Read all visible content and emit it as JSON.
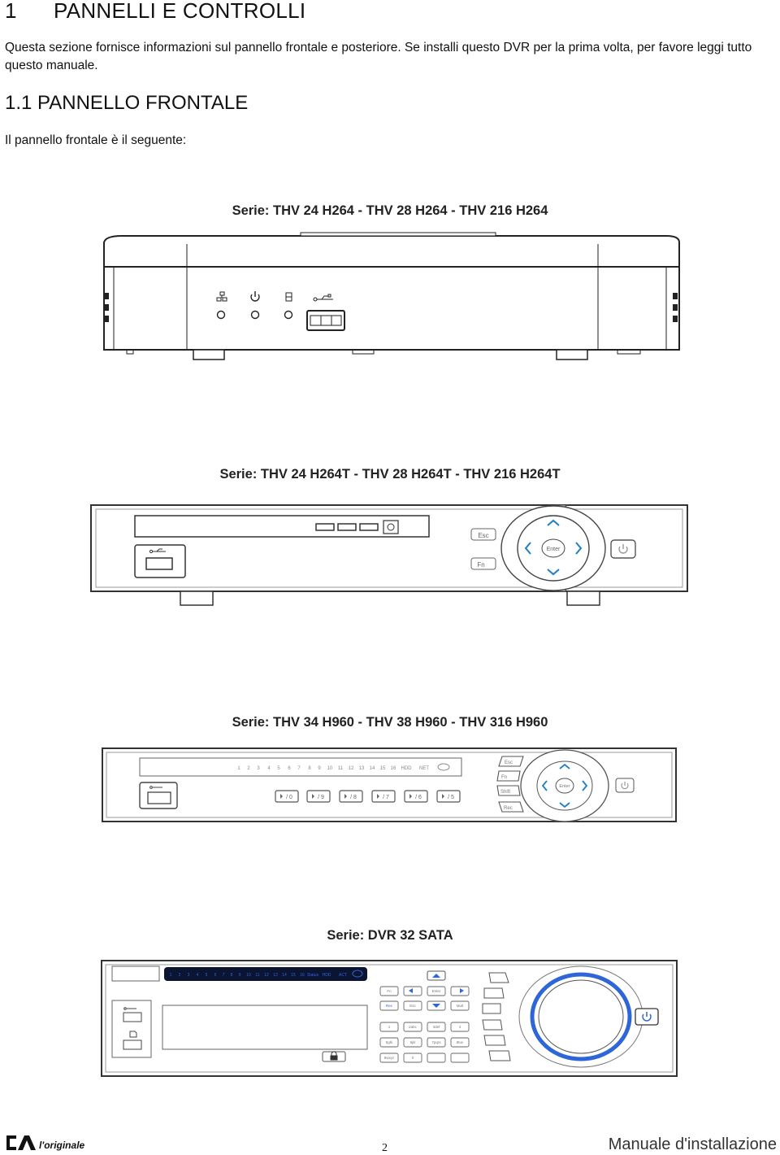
{
  "section": {
    "number": "1",
    "title": "PANNELLI E CONTROLLI"
  },
  "intro": "Questa sezione fornisce informazioni sul pannello frontale e posteriore. Se installi questo DVR per la prima volta, per favore leggi tutto questo manuale.",
  "subsection": {
    "title": "1.1 PANNELLO FRONTALE"
  },
  "caption": "Il pannello frontale è il seguente:",
  "devices": [
    {
      "series": "Serie: THV 24 H264 - THV 28 H264 - THV 216 H264"
    },
    {
      "series": "Serie: THV 24 H264T - THV 28 H264T - THV 216 H264T",
      "buttons": {
        "esc": "Esc",
        "fn": "Fn",
        "enter": "Enter"
      }
    },
    {
      "series": "Serie: THV 34 H960 - THV 38 H960 - THV 316 H960",
      "channels": [
        "1",
        "2",
        "3",
        "4",
        "5",
        "6",
        "7",
        "8",
        "9",
        "10",
        "11",
        "12",
        "13",
        "14",
        "15",
        "16",
        "HDD",
        "NET"
      ],
      "buttons": {
        "esc": "Esc",
        "fn": "Fn",
        "shift": "Shift",
        "rec": "Rec",
        "enter": "Enter"
      },
      "transport": [
        "/ 0",
        "/ 9",
        "/ 8",
        "/ 7",
        "/ 6",
        "/ 5"
      ]
    },
    {
      "series": "Serie: DVR 32 SATA",
      "channels": [
        "1",
        "2",
        "3",
        "4",
        "5",
        "6",
        "7",
        "8",
        "9",
        "10",
        "11",
        "12",
        "13",
        "14",
        "15",
        "16",
        "Status",
        "HDD",
        "ACT"
      ],
      "keys": [
        "Fn",
        "Enter",
        "Rec",
        "Esc",
        "Mult",
        "1",
        "2abc",
        "3def",
        "4",
        "5ghi",
        "6jkl",
        "7pqrs",
        "8tuv",
        "9wxyz",
        "0"
      ]
    }
  ],
  "footer": {
    "logo_text": "l'originale",
    "page": "2",
    "manual": "Manuale d'installazione"
  }
}
